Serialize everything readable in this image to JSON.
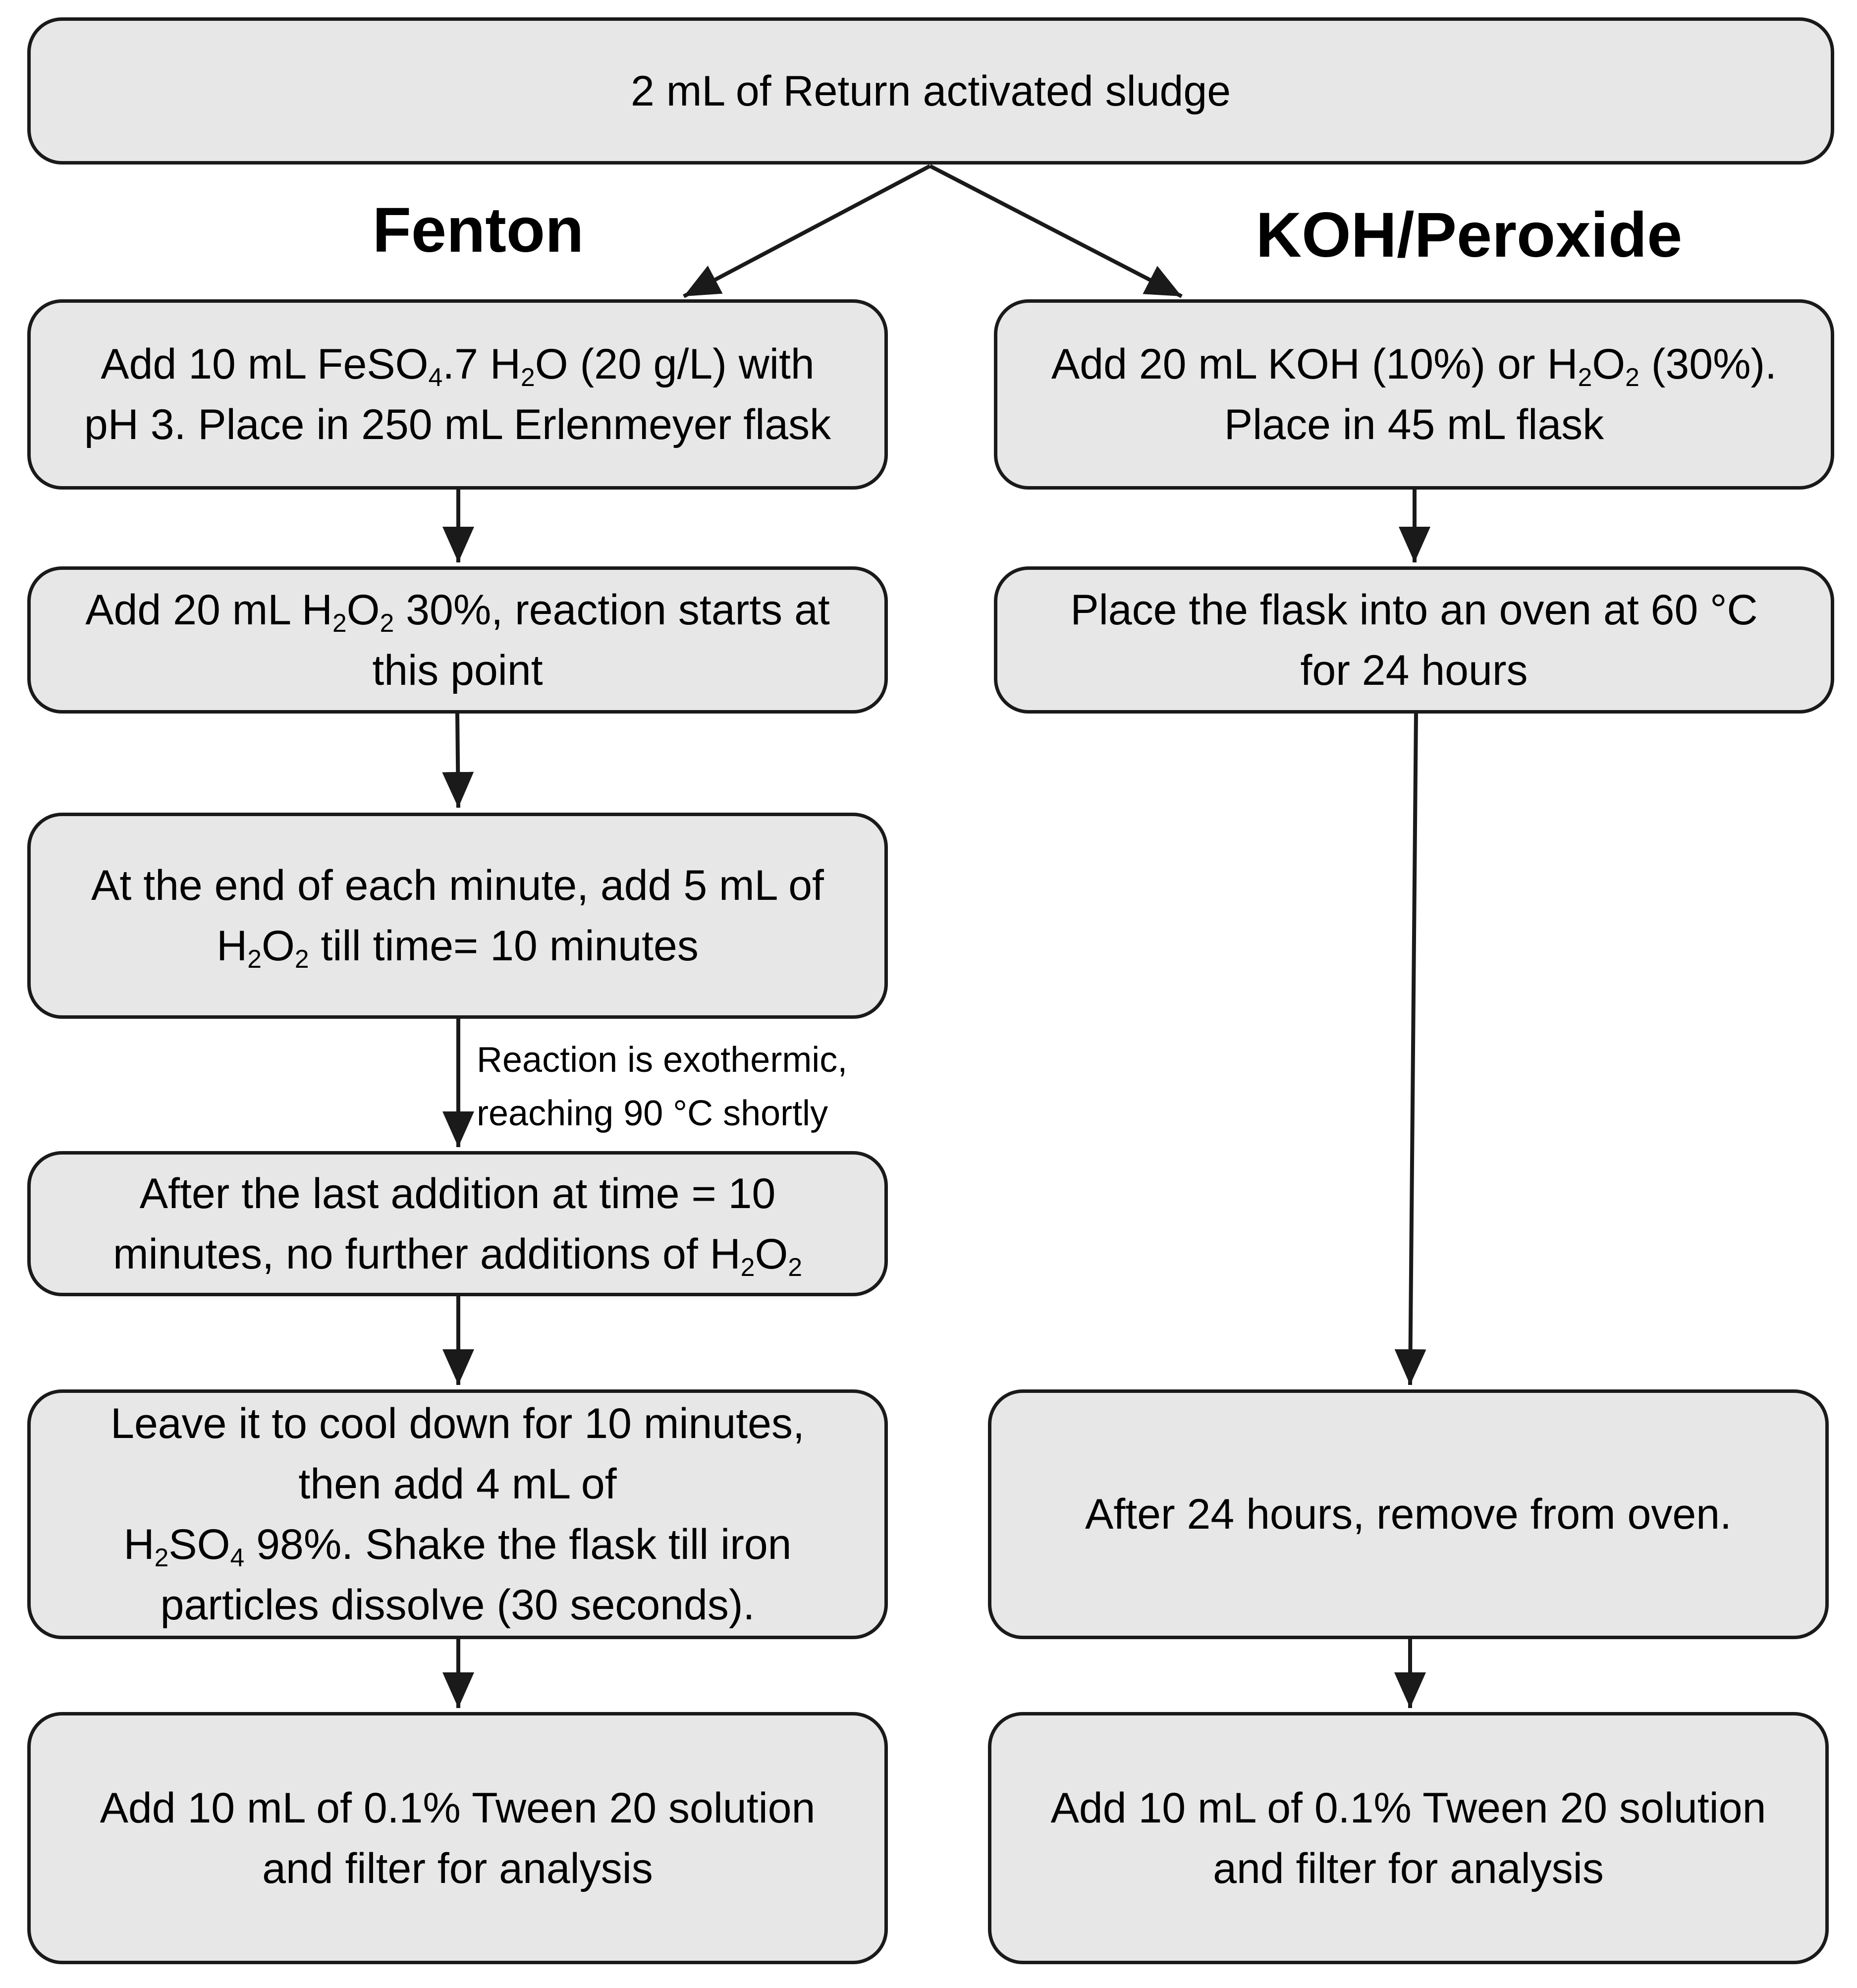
{
  "top_box": {
    "text": "2 mL of Return activated sludge"
  },
  "headings": {
    "left": "Fenton",
    "right": "KOH/Peroxide"
  },
  "fenton": {
    "step1": {
      "line1_a": "Add 10 mL FeSO",
      "line1_sub1": "4",
      "line1_b": ".7 H",
      "line1_sub2": "2",
      "line1_c": "O (20 g/L) with",
      "line2": "pH 3. Place in 250 mL Erlenmeyer flask"
    },
    "step2": {
      "line1_a": "Add 20 mL H",
      "line1_sub1": "2",
      "line1_b": "O",
      "line1_sub2": "2",
      "line1_c": " 30%, reaction starts at",
      "line2": "this point"
    },
    "step3": {
      "line1": "At the end of each minute, add 5 mL of",
      "line2_a": "H",
      "line2_sub1": "2",
      "line2_b": "O",
      "line2_sub2": "2",
      "line2_c": " till time= 10 minutes"
    },
    "note": {
      "line1": "Reaction is exothermic,",
      "line2": "reaching 90 °C shortly"
    },
    "step4": {
      "line1": "After the last addition at time = 10",
      "line2_a": "minutes, no further additions of H",
      "line2_sub1": "2",
      "line2_b": "O",
      "line2_sub2": "2"
    },
    "step5": {
      "line1": "Leave it to cool down for 10 minutes,",
      "line2": "then add 4 mL of",
      "line3_a": "H",
      "line3_sub1": "2",
      "line3_b": "SO",
      "line3_sub2": "4",
      "line3_c": " 98%. Shake the flask till iron",
      "line4": "particles dissolve (30 seconds)."
    },
    "step6": {
      "line1": "Add 10 mL of 0.1% Tween 20 solution",
      "line2": "and filter for analysis"
    }
  },
  "koh": {
    "step1": {
      "line1_a": "Add 20 mL  KOH (10%) or H",
      "line1_sub1": "2",
      "line1_b": "O",
      "line1_sub2": "2",
      "line1_c": " (30%).",
      "line2": "Place in 45 mL flask"
    },
    "step2": {
      "line1": "Place the flask into an oven at 60 °C",
      "line2": "for 24 hours"
    },
    "step3": {
      "line1": "After 24 hours, remove from oven."
    },
    "step4": {
      "line1": "Add 10 mL of 0.1% Tween 20 solution",
      "line2": "and filter for analysis"
    }
  },
  "colors": {
    "box_fill": "#e7e7e7",
    "box_border": "#1a1a1a",
    "line": "#1a1a1a"
  }
}
